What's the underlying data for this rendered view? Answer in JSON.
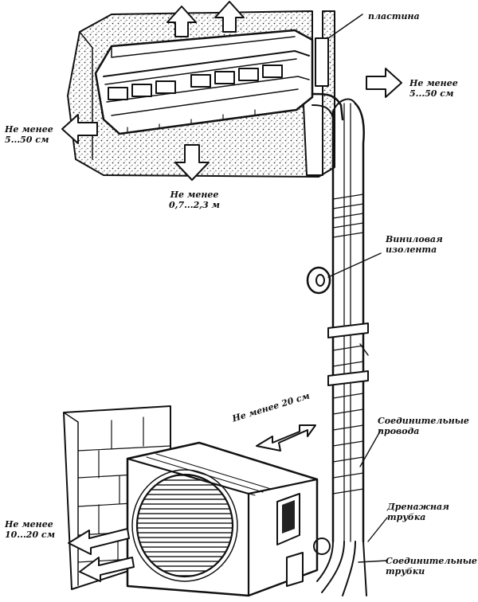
{
  "colors": {
    "ink": "#111111",
    "paper": "#ffffff",
    "hatch": "#555555"
  },
  "labels": {
    "plate": "пластина",
    "right_clearance": [
      "Не менее",
      "5...50 см"
    ],
    "left_clearance": [
      "Не менее",
      "5...50 см"
    ],
    "bottom_clearance": [
      "Не менее",
      "0,7...2,3 м"
    ],
    "tape": [
      "Виниловая",
      "изолента"
    ],
    "rear_clearance": "Не менее 20 см",
    "wires": [
      "Соединительные",
      "провода"
    ],
    "drain": [
      "Дренажная",
      "трубка"
    ],
    "outdoor_side": [
      "Не менее",
      "10...20 см"
    ],
    "pipes": [
      "Соединительные",
      "трубки"
    ]
  },
  "icons": [
    "arrow-right-icon",
    "arrow-left-icon",
    "arrow-down-icon",
    "arrow-up-icon",
    "double-arrow-icon"
  ]
}
